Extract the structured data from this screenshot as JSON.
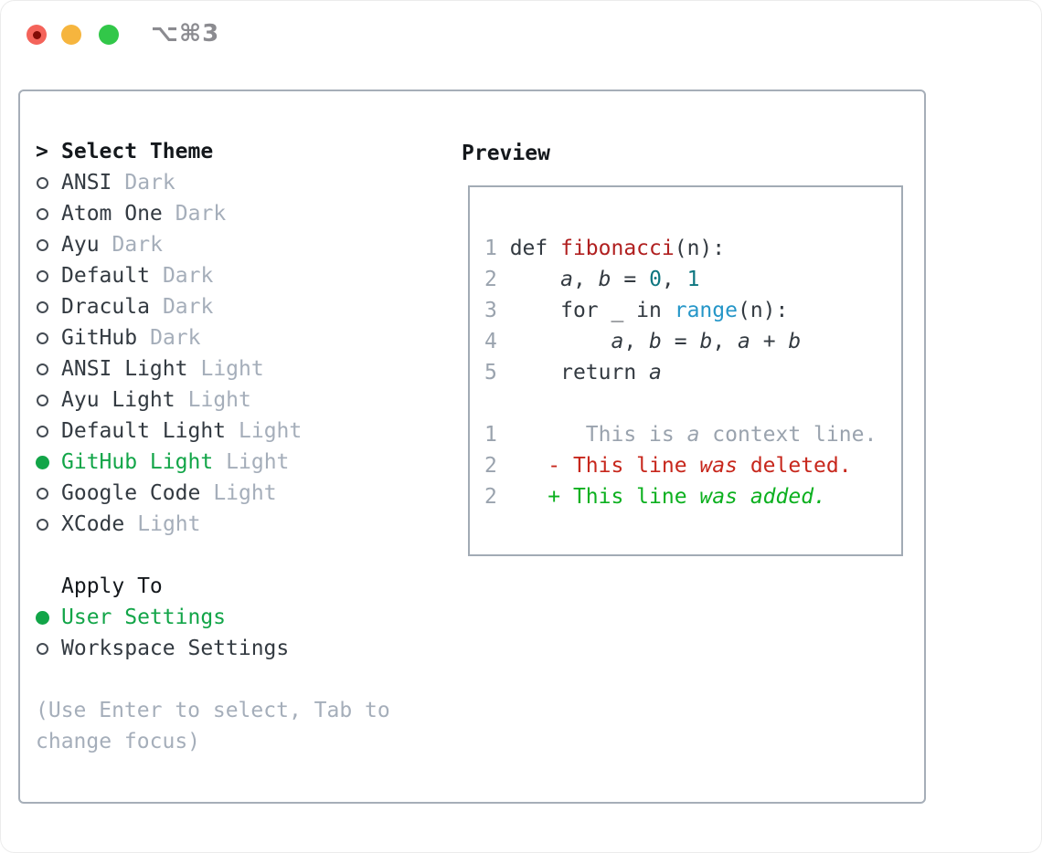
{
  "window": {
    "titlebar": {
      "shortcut": "⌥⌘3",
      "traffic_lights": [
        {
          "name": "close",
          "color": "#f4635a",
          "dot_color": "#820b06"
        },
        {
          "name": "minimize",
          "color": "#f6b53e"
        },
        {
          "name": "zoom",
          "color": "#32c749"
        }
      ]
    }
  },
  "theme_panel": {
    "header": {
      "prefix": ">",
      "label": "Select Theme"
    },
    "themes": [
      {
        "label": "ANSI",
        "variant": "Dark",
        "selected": false
      },
      {
        "label": "Atom One",
        "variant": "Dark",
        "selected": false
      },
      {
        "label": "Ayu",
        "variant": "Dark",
        "selected": false
      },
      {
        "label": "Default",
        "variant": "Dark",
        "selected": false
      },
      {
        "label": "Dracula",
        "variant": "Dark",
        "selected": false
      },
      {
        "label": "GitHub",
        "variant": "Dark",
        "selected": false
      },
      {
        "label": "ANSI Light",
        "variant": "Light",
        "selected": false
      },
      {
        "label": "Ayu Light",
        "variant": "Light",
        "selected": false
      },
      {
        "label": "Default Light",
        "variant": "Light",
        "selected": false
      },
      {
        "label": "GitHub Light",
        "variant": "Light",
        "selected": true
      },
      {
        "label": "Google Code",
        "variant": "Light",
        "selected": false
      },
      {
        "label": "XCode",
        "variant": "Light",
        "selected": false
      }
    ],
    "apply_to": {
      "label": "Apply To",
      "options": [
        {
          "label": "User Settings",
          "selected": true
        },
        {
          "label": "Workspace Settings",
          "selected": false
        }
      ]
    },
    "help_lines": [
      "(Use Enter to select, Tab to",
      "change focus)"
    ]
  },
  "preview": {
    "title": "Preview",
    "code_lines": [
      {
        "tokens": [
          {
            "c": "ln",
            "t": "1 "
          },
          {
            "c": "pl",
            "t": "def "
          },
          {
            "c": "fn",
            "t": "fibonacci"
          },
          {
            "c": "pl",
            "t": "(n):"
          }
        ]
      },
      {
        "tokens": [
          {
            "c": "ln",
            "t": "2 "
          },
          {
            "c": "pl",
            "t": "    "
          },
          {
            "c": "va",
            "t": "a"
          },
          {
            "c": "pl",
            "t": ", "
          },
          {
            "c": "va",
            "t": "b"
          },
          {
            "c": "pl",
            "t": " = "
          },
          {
            "c": "nu",
            "t": "0"
          },
          {
            "c": "pl",
            "t": ", "
          },
          {
            "c": "nu",
            "t": "1"
          }
        ]
      },
      {
        "tokens": [
          {
            "c": "ln",
            "t": "3 "
          },
          {
            "c": "pl",
            "t": "    for _ in "
          },
          {
            "c": "bi",
            "t": "range"
          },
          {
            "c": "pl",
            "t": "(n):"
          }
        ]
      },
      {
        "tokens": [
          {
            "c": "ln",
            "t": "4 "
          },
          {
            "c": "pl",
            "t": "        "
          },
          {
            "c": "va",
            "t": "a"
          },
          {
            "c": "pl",
            "t": ", "
          },
          {
            "c": "va",
            "t": "b"
          },
          {
            "c": "pl",
            "t": " = "
          },
          {
            "c": "va",
            "t": "b"
          },
          {
            "c": "pl",
            "t": ", "
          },
          {
            "c": "va",
            "t": "a"
          },
          {
            "c": "pl",
            "t": " + "
          },
          {
            "c": "va",
            "t": "b"
          }
        ]
      },
      {
        "tokens": [
          {
            "c": "ln",
            "t": "5 "
          },
          {
            "c": "pl",
            "t": "    return "
          },
          {
            "c": "va",
            "t": "a"
          }
        ]
      },
      {
        "tokens": []
      },
      {
        "tokens": [
          {
            "c": "ln",
            "t": "1 "
          },
          {
            "c": "ctx",
            "t": "      This is "
          },
          {
            "c": "ctxi",
            "t": "a"
          },
          {
            "c": "ctx",
            "t": " context line."
          }
        ]
      },
      {
        "tokens": [
          {
            "c": "ln",
            "t": "2 "
          },
          {
            "c": "del",
            "t": "   - This line "
          },
          {
            "c": "deli",
            "t": "was"
          },
          {
            "c": "del",
            "t": " deleted."
          }
        ]
      },
      {
        "tokens": [
          {
            "c": "ln",
            "t": "2 "
          },
          {
            "c": "add",
            "t": "   + This line "
          },
          {
            "c": "addi",
            "t": "was"
          },
          {
            "c": "add",
            "t": " "
          },
          {
            "c": "addi",
            "t": "added."
          }
        ]
      }
    ]
  },
  "colors": {
    "text": "#333a41",
    "heading": "#14181c",
    "muted": "#a5aeba",
    "accent": "#12a548",
    "func": "#b01f1f",
    "number": "#0e7680",
    "builtin": "#2596c8",
    "linenum": "#9aa3ae",
    "context": "#9aa3ae",
    "deleted": "#c7271c",
    "added": "#0cb01f",
    "panel-border": "#a6aeb8",
    "box-border": "#a2abb5",
    "titlebar-gray": "#8b8b90",
    "light-red": "#f4635a",
    "light-red-dot": "#820b06",
    "light-yellow": "#f6b53e",
    "light-green": "#32c749"
  }
}
